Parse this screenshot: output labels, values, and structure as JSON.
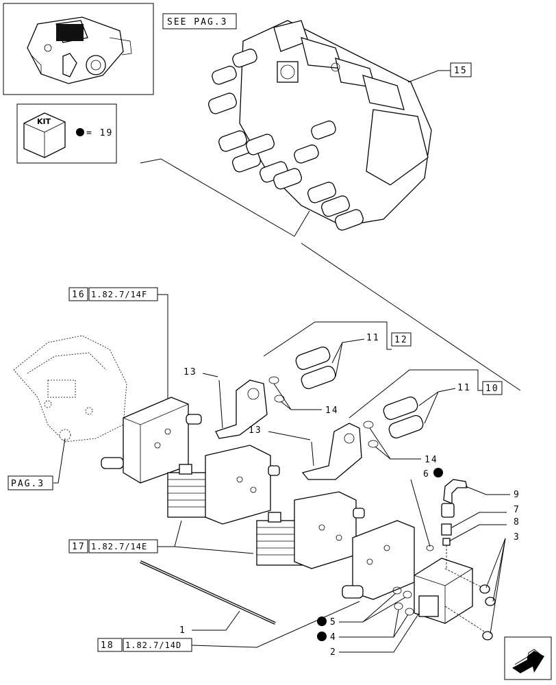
{
  "header": {
    "see_page": "SEE PAG.3"
  },
  "kit": {
    "label": "KIT",
    "legend": "= 19"
  },
  "refs": {
    "r15": "15",
    "r16_num": "16",
    "r16_ref": "1.82.7/14F",
    "r12": "12",
    "r10": "10",
    "pag3": "PAG.3",
    "r17_num": "17",
    "r17_ref": "1.82.7/14E",
    "r18_num": "18",
    "r18_ref": "1.82.7/14D"
  },
  "callouts": {
    "c11a": "11",
    "c11b": "11",
    "c13a": "13",
    "c13b": "13",
    "c14a": "14",
    "c14b": "14",
    "c6": "6",
    "c9": "9",
    "c7": "7",
    "c8": "8",
    "c3": "3",
    "c1": "1",
    "c5": "5",
    "c4": "4",
    "c2": "2"
  },
  "colors": {
    "ink": "#000000",
    "paper": "#ffffff"
  },
  "icons": {
    "nav": "next-page-arrow-icon",
    "kit": "kit-cube-icon",
    "bullet": "black-dot-icon"
  }
}
